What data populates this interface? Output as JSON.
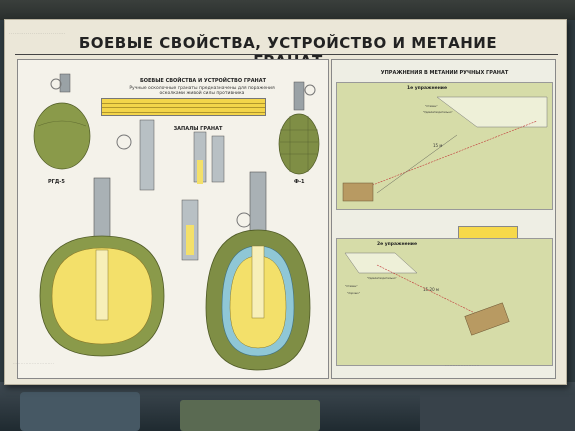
{
  "poster": {
    "title": "БОЕВЫЕ СВОЙСТВА, УСТРОЙСТВО И МЕТАНИЕ ГРАНАТ",
    "left_section_heading": "БОЕВЫЕ СВОЙСТВА И УСТРОЙСТВО ГРАНАТ",
    "intro_text": "Ручные осколочные гранаты предназначены для поражения осколками живой силы противника",
    "fuzes_heading": "ЗАПАЛЫ ГРАНАТ",
    "grenade_left_label": "РГД-5",
    "grenade_right_label": "Ф-1",
    "right_section_heading": "УПРАЖНЕНИЯ В МЕТАНИИ РУЧНЫХ ГРАНАТ",
    "exercise_1": "1е упражнение",
    "exercise_2": "2е упражнение",
    "distance_1": "15 м",
    "distance_2": "15-20 м",
    "targets_1": [
      "\"Стамен\"",
      "\"Удовлетворительно\""
    ],
    "targets_2": [
      "\"Удовлетворительно\"",
      "\"Стамен\"",
      "\"Хорошо\""
    ]
  },
  "colors": {
    "poster_bg": "#ebe7d8",
    "grenade_green": "#8a9a4a",
    "explosive_yellow": "#f3e06a",
    "tube_blue": "#8fc7d6",
    "table_yellow": "#f3d54a",
    "field_green": "#d6dca8"
  }
}
